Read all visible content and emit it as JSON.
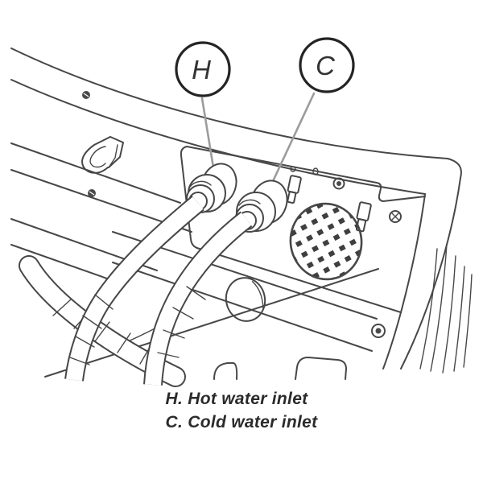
{
  "figure": {
    "description": "Rear view line drawing of appliance showing water inlet connections",
    "callouts": [
      {
        "letter": "H"
      },
      {
        "letter": "C"
      }
    ],
    "caption": [
      "H. Hot water inlet",
      "C. Cold water inlet"
    ]
  },
  "colors": {
    "line": "#474747",
    "callout_line": "#242424",
    "leader": "#9c9c9c",
    "text": "#2b2b2b",
    "background": "#ffffff",
    "screw_fill": "#4a4a4a",
    "grille_hole": "#3f3f3f"
  }
}
